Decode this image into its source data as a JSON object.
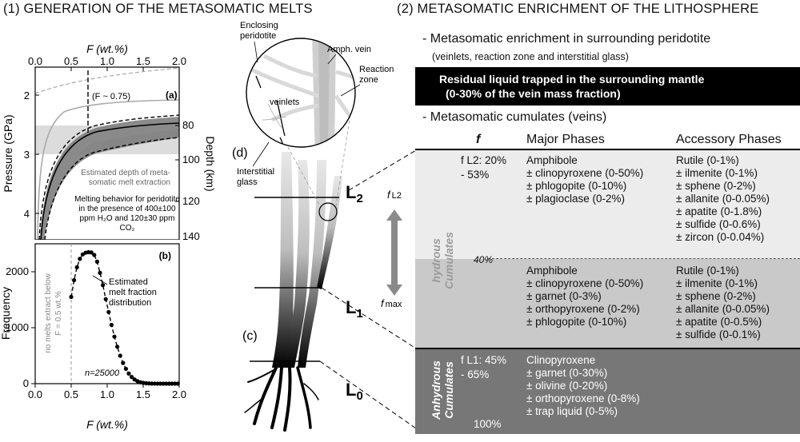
{
  "left_title": "(1) GENERATION OF THE METASOMATIC MELTS",
  "right_title": "(2) METASOMATIC ENRICHMENT OF THE LITHOSPHERE",
  "panel_a": {
    "tag": "(a)",
    "top_axis_label": "F (wt.%)",
    "top_ticks": [
      "0.0",
      "0.5",
      "1.0",
      "1.5",
      "2.0"
    ],
    "left_axis_label": "Pressure (GPa)",
    "left_ticks": [
      "2",
      "3",
      "4"
    ],
    "right_axis_label": "Depth (km)",
    "right_ticks": [
      "80",
      "100",
      "120",
      "140"
    ],
    "fbar_label": "(F ~ 0.75)",
    "shade_caption_1": "Estimated depth of meta-",
    "shade_caption_2": "somatic melt extraction",
    "melt_caption_1": "Melting behavior for peridotite",
    "melt_caption_2": "in the presence of 400±100",
    "melt_caption_3": "ppm H₂O and 120±30 ppm",
    "melt_caption_4": "CO₂"
  },
  "chart_data": {
    "type": "line",
    "title": "",
    "xlabel": "F (wt.%)",
    "ylabel": "Frequency",
    "xlim": [
      0.0,
      2.0
    ],
    "ylim": [
      0,
      2500
    ],
    "x_ticks": [
      "0.0",
      "0.5",
      "1.0",
      "1.5",
      "2.0"
    ],
    "y_ticks": [
      "0",
      "1000",
      "2000"
    ],
    "x": [
      0.5,
      0.54,
      0.58,
      0.62,
      0.66,
      0.7,
      0.74,
      0.78,
      0.82,
      0.86,
      0.9,
      0.94,
      0.98,
      1.02,
      1.06,
      1.1,
      1.14,
      1.18,
      1.22,
      1.26,
      1.3,
      1.34,
      1.38,
      1.42,
      1.46,
      1.5,
      1.54,
      1.58,
      1.62,
      1.66,
      1.7,
      1.74,
      1.78,
      1.82,
      1.86,
      1.9,
      1.94,
      1.98
    ],
    "values": [
      1550,
      1850,
      2080,
      2230,
      2310,
      2340,
      2350,
      2345,
      2300,
      2180,
      1980,
      1760,
      1510,
      1280,
      1050,
      840,
      660,
      500,
      370,
      265,
      180,
      120,
      75,
      45,
      25,
      14,
      7,
      4,
      2,
      1,
      0,
      0,
      0,
      0,
      0,
      0,
      0,
      0
    ],
    "series_label": "Estimated melt fraction distribution",
    "note": "no melts extract below F = 0.5 wt.%",
    "n_label": "n=25000",
    "tag": "(b)"
  },
  "panel_b": {
    "caption_1": "Estimated",
    "caption_2": "melt fraction",
    "caption_3": "distribution",
    "note_1": "no melts extract below",
    "note_2": "F = 0.5 wt.%",
    "n_label": "n=25000",
    "tag": "(b)",
    "xlabel": "F (wt.%)",
    "ylabel": "Frequency"
  },
  "diagram": {
    "label_c": "(c)",
    "label_d": "(d)",
    "enclosing_1": "Enclosing",
    "enclosing_2": "peridotite",
    "amph_vein": "Amph. vein",
    "reaction_1": "Reaction",
    "reaction_2": "zone",
    "veinlets": "veinlets",
    "interstitial_1": "Interstitial",
    "interstitial_2": "glass",
    "L2": "L",
    "L2_sub": "2",
    "L1": "L",
    "L1_sub": "1",
    "L0": "L",
    "L0_sub": "0",
    "fL2": "f",
    "fL2_sub": "L2",
    "fmax": "f",
    "fmax_sub": "max"
  },
  "right": {
    "bullet1": "- Metasomatic enrichment in surrounding peridotite",
    "bullet1_sub": "(veinlets, reaction zone and interstitial glass)",
    "black_line1": "Residual liquid trapped in the surrounding mantle",
    "black_line2": "(0-30% of the vein mass fraction)",
    "bullet2": "- Metasomatic cumulates (veins)",
    "head_f": "f",
    "head_major": "Major Phases",
    "head_accessory": "Accessory Phases",
    "hydrous_label_1": "hydrous",
    "hydrous_label_2": "Cumulates",
    "anhydrous_label_1": "Anhydrous",
    "anhydrous_label_2": "Cumulates",
    "row1_f_1": "f L2: 20%",
    "row1_f_2": "- 53%",
    "row1_major": [
      "Amphibole",
      "± clinopyroxene (0-50%)",
      "± phlogopite (0-10%)",
      "± plagioclase (0-2%)"
    ],
    "row1_accessory": [
      "Rutile (0-1%)",
      "± ilmenite (0-1%)",
      "± sphene (0-2%)",
      "± allanite (0-0.05%)",
      "± apatite (0-1.8%)",
      "± sulfide (0-0.6%)",
      "± zircon (0-0.04%)"
    ],
    "row2_f": "40%",
    "row2_major": [
      "Amphibole",
      "± clinopyroxene (0-50%)",
      "± garnet (0-3%)",
      "± orthopyroxene (0-2%)",
      "± phlogopite (0-10%)"
    ],
    "row2_accessory": [
      "Rutile (0-1%)",
      "± ilmenite (0-1%)",
      "± sphene (0-2%)",
      "± allanite (0-0.05%)",
      "± apatite (0-0.5%)",
      "± sulfide (0-0.1%)"
    ],
    "row3_f_1": "f L1: 45%",
    "row3_f_2": "- 65%",
    "row3_f_3": "100%",
    "row3_major": [
      "Clinopyroxene",
      "± garnet (0-30%)",
      "± olivine (0-20%)",
      "± orthopyroxene (0-8%)",
      "± trap liquid (0-5%)"
    ]
  }
}
